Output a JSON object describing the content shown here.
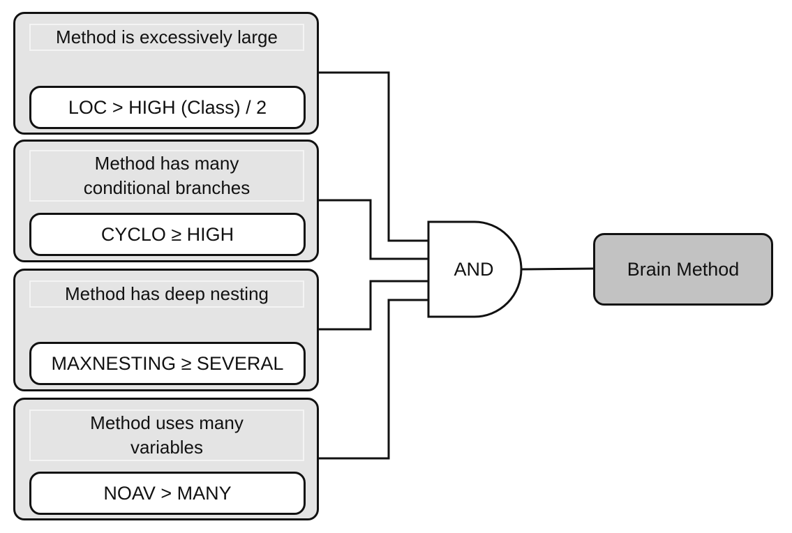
{
  "conditions": [
    {
      "title": "Method is excessively large",
      "metric": "LOC > HIGH (Class) / 2"
    },
    {
      "title": "Method has many conditional branches",
      "metric": "CYCLO ≥ HIGH"
    },
    {
      "title": "Method has deep nesting",
      "metric": "MAXNESTING ≥ SEVERAL"
    },
    {
      "title": "Method uses many variables",
      "metric": "NOAV > MANY"
    }
  ],
  "gate": {
    "label": "AND"
  },
  "result": {
    "label": "Brain Method"
  }
}
